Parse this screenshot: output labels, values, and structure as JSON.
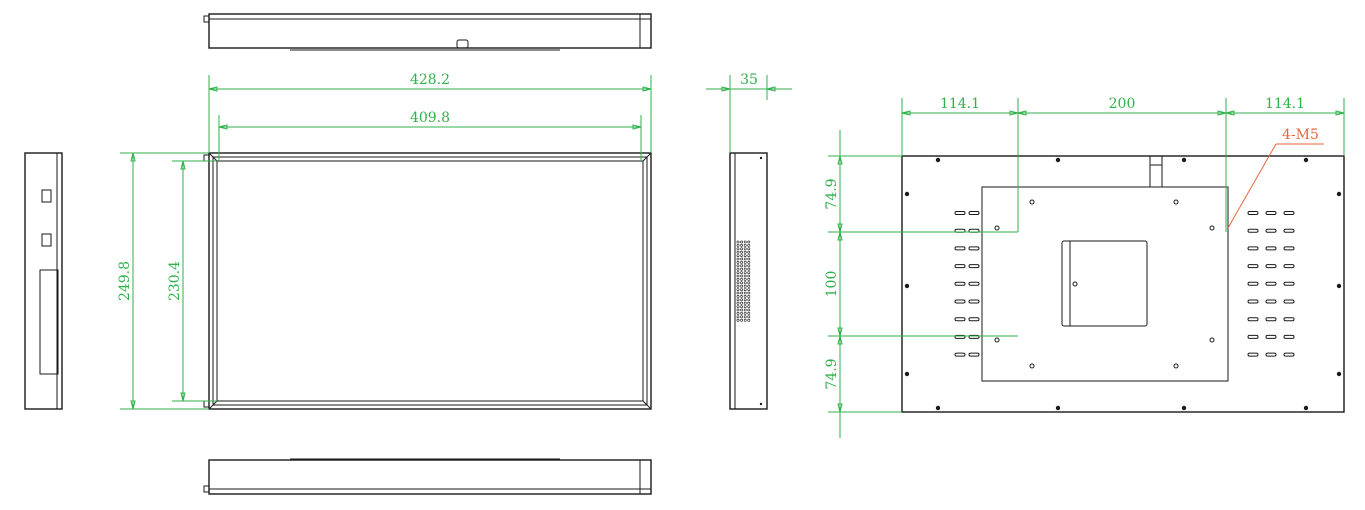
{
  "front_view": {
    "overall_width": "428.2",
    "inner_width": "409.8",
    "overall_height": "249.8",
    "inner_height": "230.4"
  },
  "side_view": {
    "depth": "35"
  },
  "rear_view": {
    "hole_offset_left": "114.1",
    "hole_spacing_horizontal": "200",
    "hole_offset_right": "114.1",
    "hole_offset_top": "74.9",
    "hole_spacing_vertical": "100",
    "hole_offset_bottom": "74.9",
    "mount_callout": "4-M5"
  }
}
